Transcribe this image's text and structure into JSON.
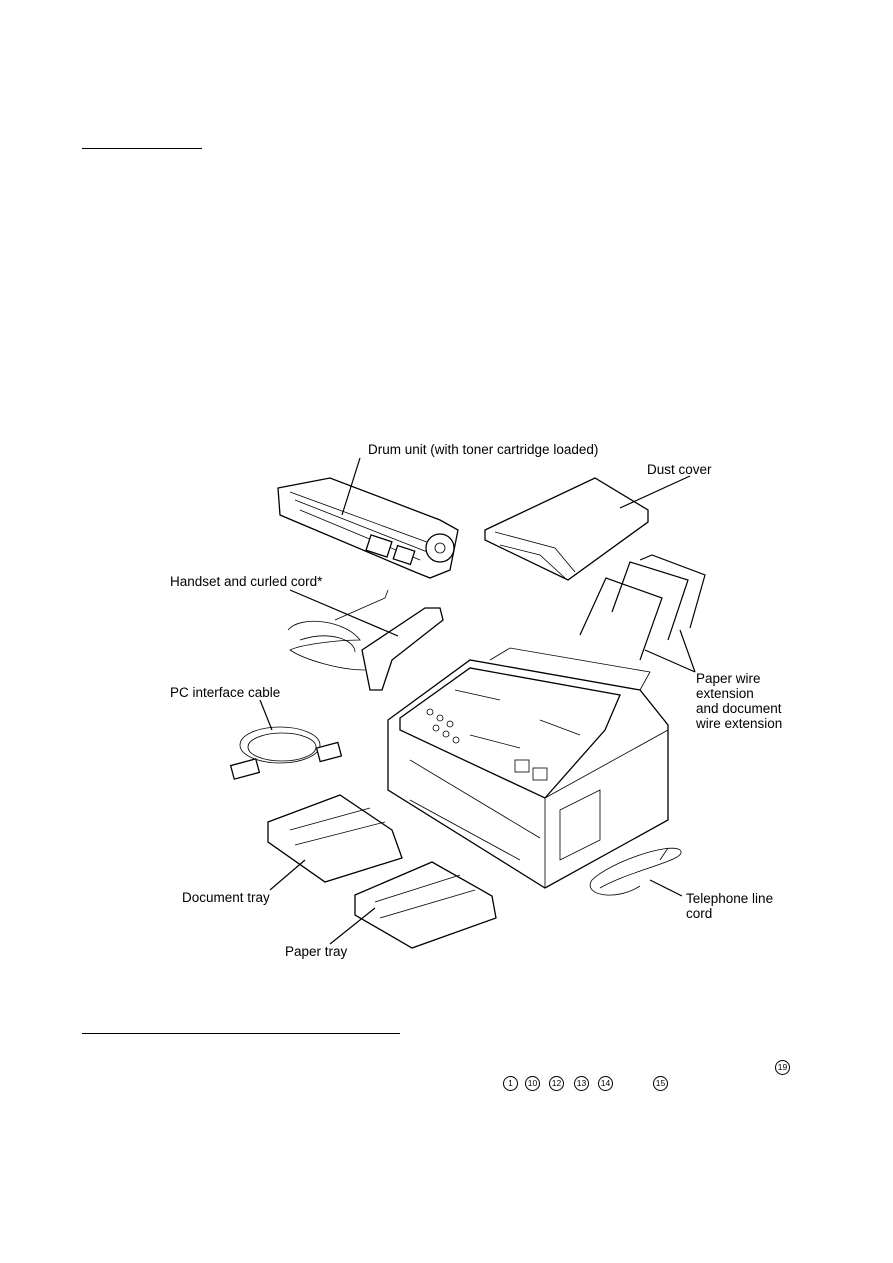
{
  "labels": {
    "drum_unit": "Drum unit (with toner cartridge loaded)",
    "dust_cover": "Dust cover",
    "handset": "Handset and curled cord*",
    "pc_cable": "PC interface cable",
    "paper_wire_1": "Paper wire",
    "paper_wire_2": "extension",
    "paper_wire_3": "and document",
    "paper_wire_4": "wire extension",
    "document_tray": "Document tray",
    "paper_tray": "Paper tray",
    "telephone_cord_1": "Telephone line",
    "telephone_cord_2": "cord"
  },
  "markers": {
    "m19": "19",
    "m1": "1",
    "m10": "10",
    "m12": "12",
    "m13": "13",
    "m14": "14",
    "m15": "15"
  }
}
